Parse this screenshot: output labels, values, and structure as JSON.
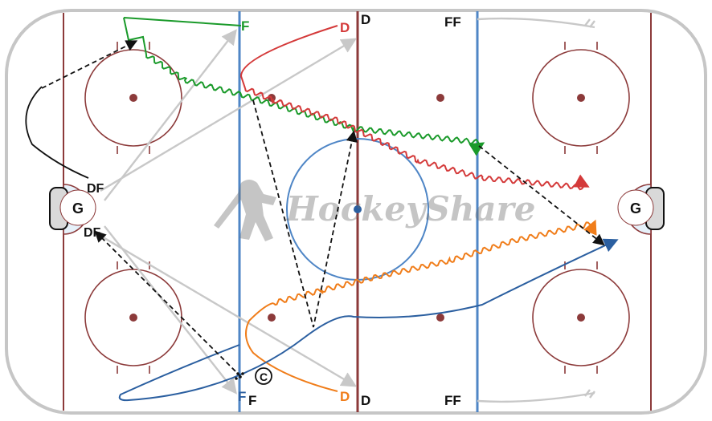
{
  "diagram": {
    "goalie_left": "G",
    "goalie_right": "G",
    "labels": {
      "f_top": "F",
      "d_top_red": "D",
      "d_top_center": "D",
      "ff_top": "FF",
      "df_upper": "DF",
      "df_lower": "DF",
      "f_bottom_blue": "F",
      "f_bottom_black": "F",
      "d_bottom_orange": "D",
      "d_bottom_center": "D",
      "ff_bottom": "FF",
      "coach": "C"
    },
    "watermark": "HockeyShare",
    "colors": {
      "rink_line": "#8c3a3a",
      "red_line": "#8c3a3a",
      "blue_line": "#4f86c6",
      "green": "#1a9a2a",
      "red": "#d43a3a",
      "orange": "#f07d1a",
      "navy": "#2b5fa0",
      "gray": "#c8c8c8",
      "black": "#111111"
    }
  }
}
